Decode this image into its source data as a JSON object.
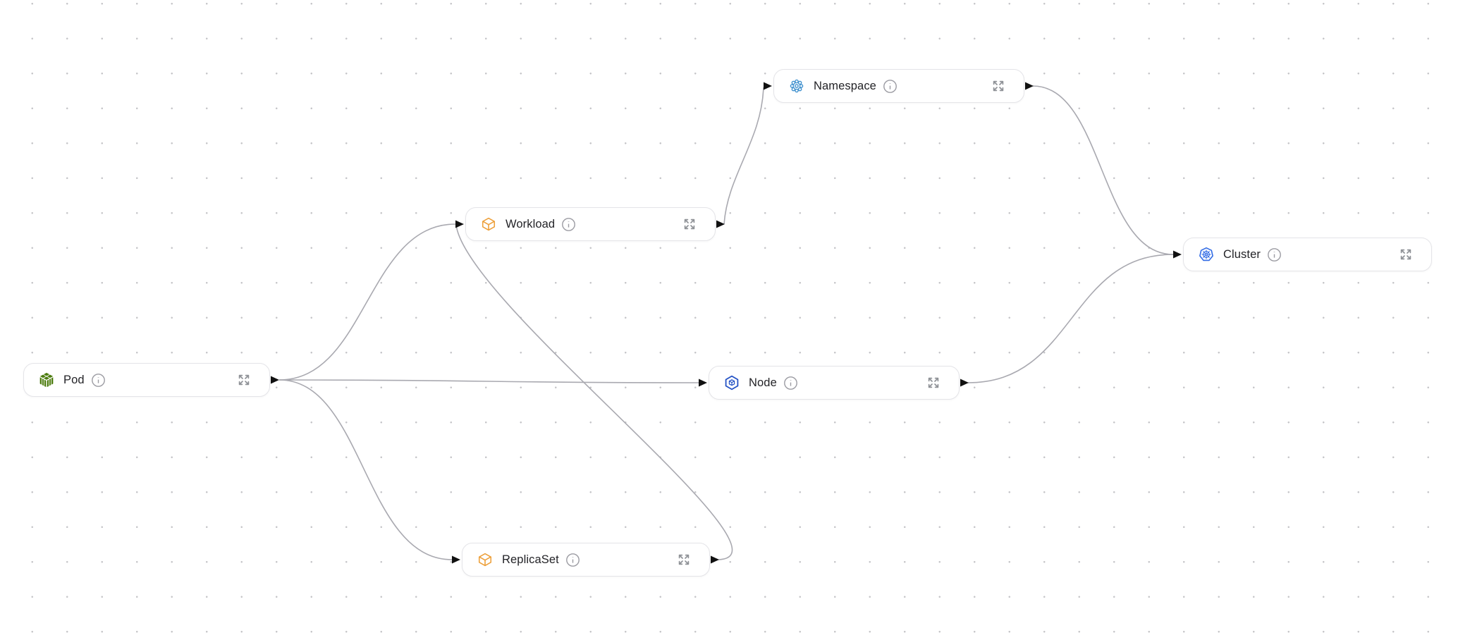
{
  "canvas": {
    "background_color": "#ffffff",
    "dot_color": "#c6c6c9",
    "edge_color": "#a9a9b0",
    "handle_color": "#111111"
  },
  "nodes": [
    {
      "id": "pod",
      "label": "Pod",
      "icon": "pod-icon",
      "icon_color": "#4d7c0f"
    },
    {
      "id": "workload",
      "label": "Workload",
      "icon": "cube-icon",
      "icon_color": "#eda03b"
    },
    {
      "id": "namespace",
      "label": "Namespace",
      "icon": "namespace-icon",
      "icon_color": "#4292cf"
    },
    {
      "id": "node",
      "label": "Node",
      "icon": "node-icon",
      "icon_color": "#2553c5"
    },
    {
      "id": "replicaset",
      "label": "ReplicaSet",
      "icon": "cube-icon",
      "icon_color": "#eda03b"
    },
    {
      "id": "cluster",
      "label": "Cluster",
      "icon": "cluster-icon",
      "icon_color": "#326ce5"
    }
  ],
  "edges": [
    {
      "from": "Pod",
      "to": "Workload"
    },
    {
      "from": "Pod",
      "to": "Node"
    },
    {
      "from": "Pod",
      "to": "ReplicaSet"
    },
    {
      "from": "ReplicaSet",
      "to": "Workload"
    },
    {
      "from": "Workload",
      "to": "Namespace"
    },
    {
      "from": "Namespace",
      "to": "Cluster"
    },
    {
      "from": "Node",
      "to": "Cluster"
    }
  ],
  "controls": {
    "info_icon_color": "#9b9ba2",
    "expand_icon_color": "#8f9297"
  }
}
